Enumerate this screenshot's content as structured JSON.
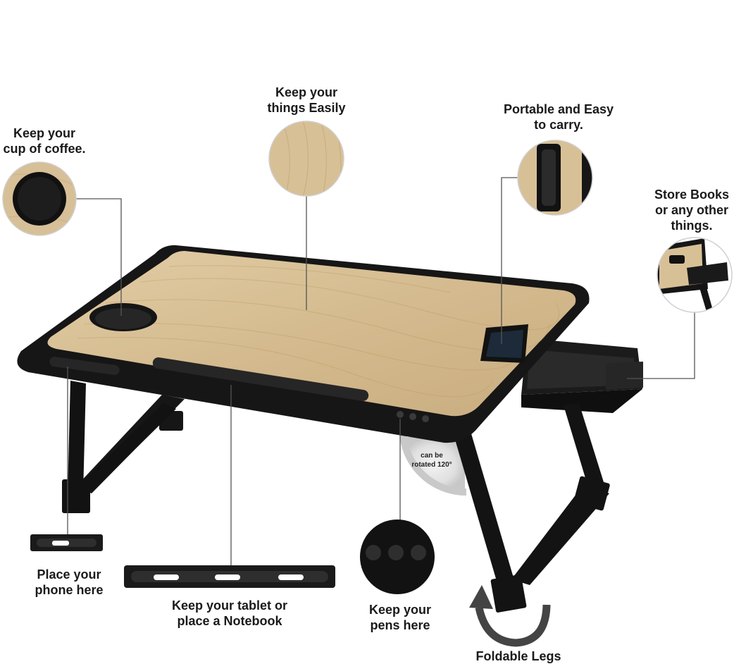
{
  "callouts": {
    "coffee": {
      "line1": "Keep your",
      "line2": "cup of coffee."
    },
    "things": {
      "line1": "Keep your",
      "line2": "things Easily"
    },
    "portable": {
      "line1": "Portable and Easy",
      "line2": "to carry."
    },
    "store": {
      "line1": "Store Books",
      "line2": "or any other",
      "line3": "things."
    },
    "phone": {
      "line1": "Place your",
      "line2": "phone here"
    },
    "tablet": {
      "line1": "Keep your tablet or",
      "line2": "place a Notebook"
    },
    "pens": {
      "line1": "Keep your",
      "line2": "pens here"
    },
    "legs": {
      "line1": "Foldable Legs"
    },
    "rotate": {
      "line1": "can be",
      "line2": "rotated 120°"
    }
  },
  "colors": {
    "wood": "#d9c29a",
    "wood_dark": "#c4a97c",
    "frame": "#151515",
    "line": "#555555",
    "rotate_shade": "#d8d8d8"
  }
}
